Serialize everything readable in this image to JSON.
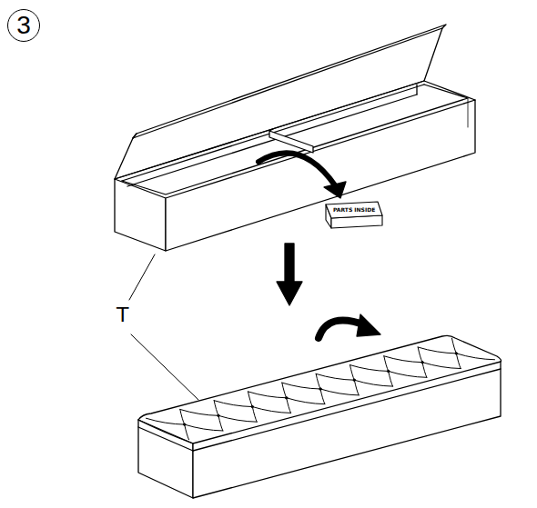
{
  "diagram": {
    "nodes": [
      {
        "text": [
          "3"
        ]
      },
      {
        "text": [
          "PARTS INSIDE"
        ]
      }
    ],
    "labels": [
      "T"
    ]
  }
}
